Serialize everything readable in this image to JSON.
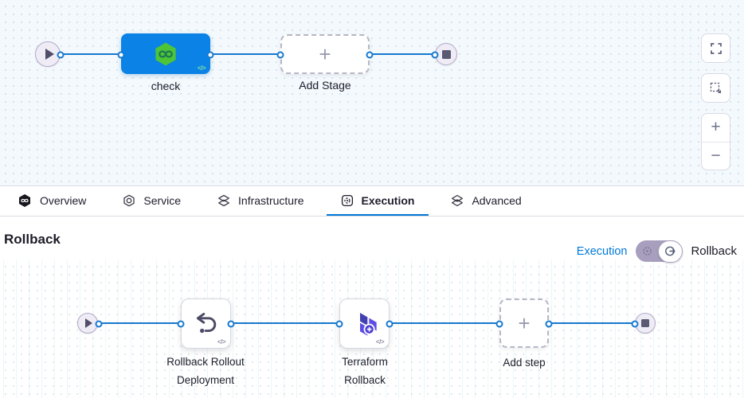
{
  "colors": {
    "accent_blue": "#0278d5",
    "stage_node_blue": "#0b82e6",
    "connector_blue": "#1779d0",
    "harness_green": "#4ec437",
    "terraform_purple": "#5c4ee5"
  },
  "icons": {
    "plus": "+",
    "minus": "−",
    "code_toggle": "</>"
  },
  "top_canvas": {
    "stage_label": "check",
    "add_stage_label": "Add Stage"
  },
  "tab_bar": {
    "active_tab": "Execution",
    "tabs": [
      {
        "label": "Overview",
        "icon": "harness-logo-icon"
      },
      {
        "label": "Service",
        "icon": "service-icon"
      },
      {
        "label": "Infrastructure",
        "icon": "infrastructure-icon"
      },
      {
        "label": "Execution",
        "icon": "execution-icon"
      },
      {
        "label": "Advanced",
        "icon": "advanced-icon"
      }
    ]
  },
  "rollback_section": {
    "heading": "Rollback",
    "toggle": {
      "left_label": "Execution",
      "right_label": "Rollback",
      "selected": "Rollback"
    },
    "steps": [
      {
        "label": "Rollback Rollout Deployment",
        "icon": "rollback-deployment-icon"
      },
      {
        "label": "Terraform Rollback",
        "icon": "terraform-icon"
      }
    ],
    "add_step_label": "Add step"
  }
}
